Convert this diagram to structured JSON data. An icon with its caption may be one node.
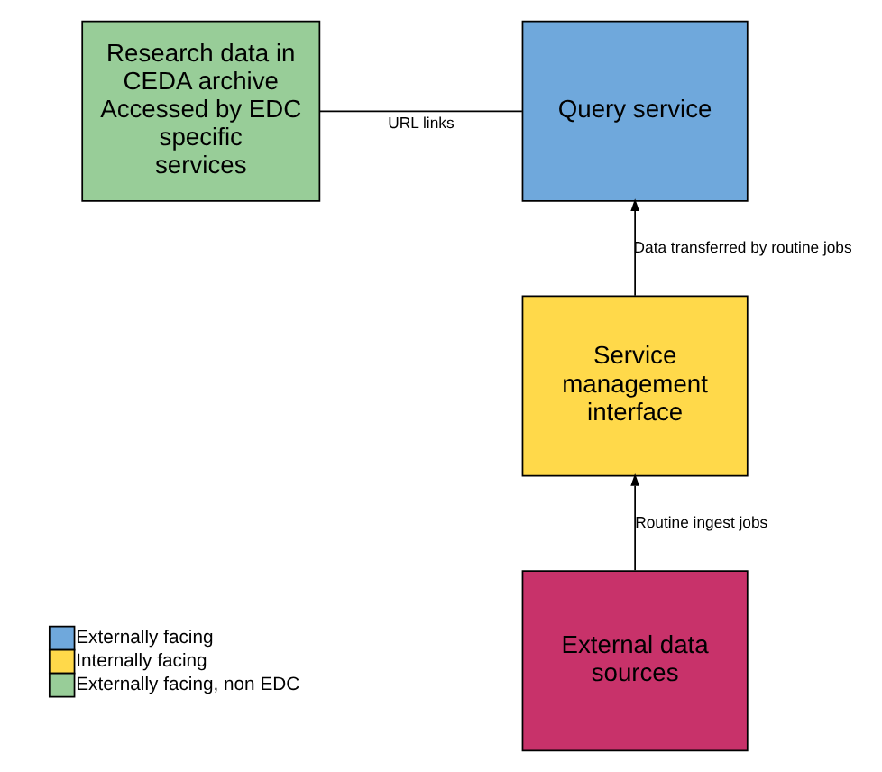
{
  "diagram": {
    "nodes": [
      {
        "text": [
          "Research data in CEDA archive Accessed by EDC specific services"
        ]
      },
      {
        "text": [
          "Query service"
        ]
      },
      {
        "text": [
          "Service management interface"
        ]
      },
      {
        "text": [
          "External data sources"
        ]
      }
    ],
    "edges": [
      {
        "from": 0,
        "to": 1,
        "arrow": "none",
        "label": "URL links"
      },
      {
        "from": 2,
        "to": 1,
        "arrow": "to",
        "label": "Data transferred by routine jobs"
      },
      {
        "from": 3,
        "to": 2,
        "arrow": "to",
        "label": "Routine ingest jobs"
      }
    ],
    "legend": [
      {
        "text": "Externally facing",
        "color": "#6fa8dc"
      },
      {
        "text": "Internally facing",
        "color": "#ffd94a"
      },
      {
        "text": "Externally facing, non EDC",
        "color": "#98cd98"
      }
    ]
  }
}
